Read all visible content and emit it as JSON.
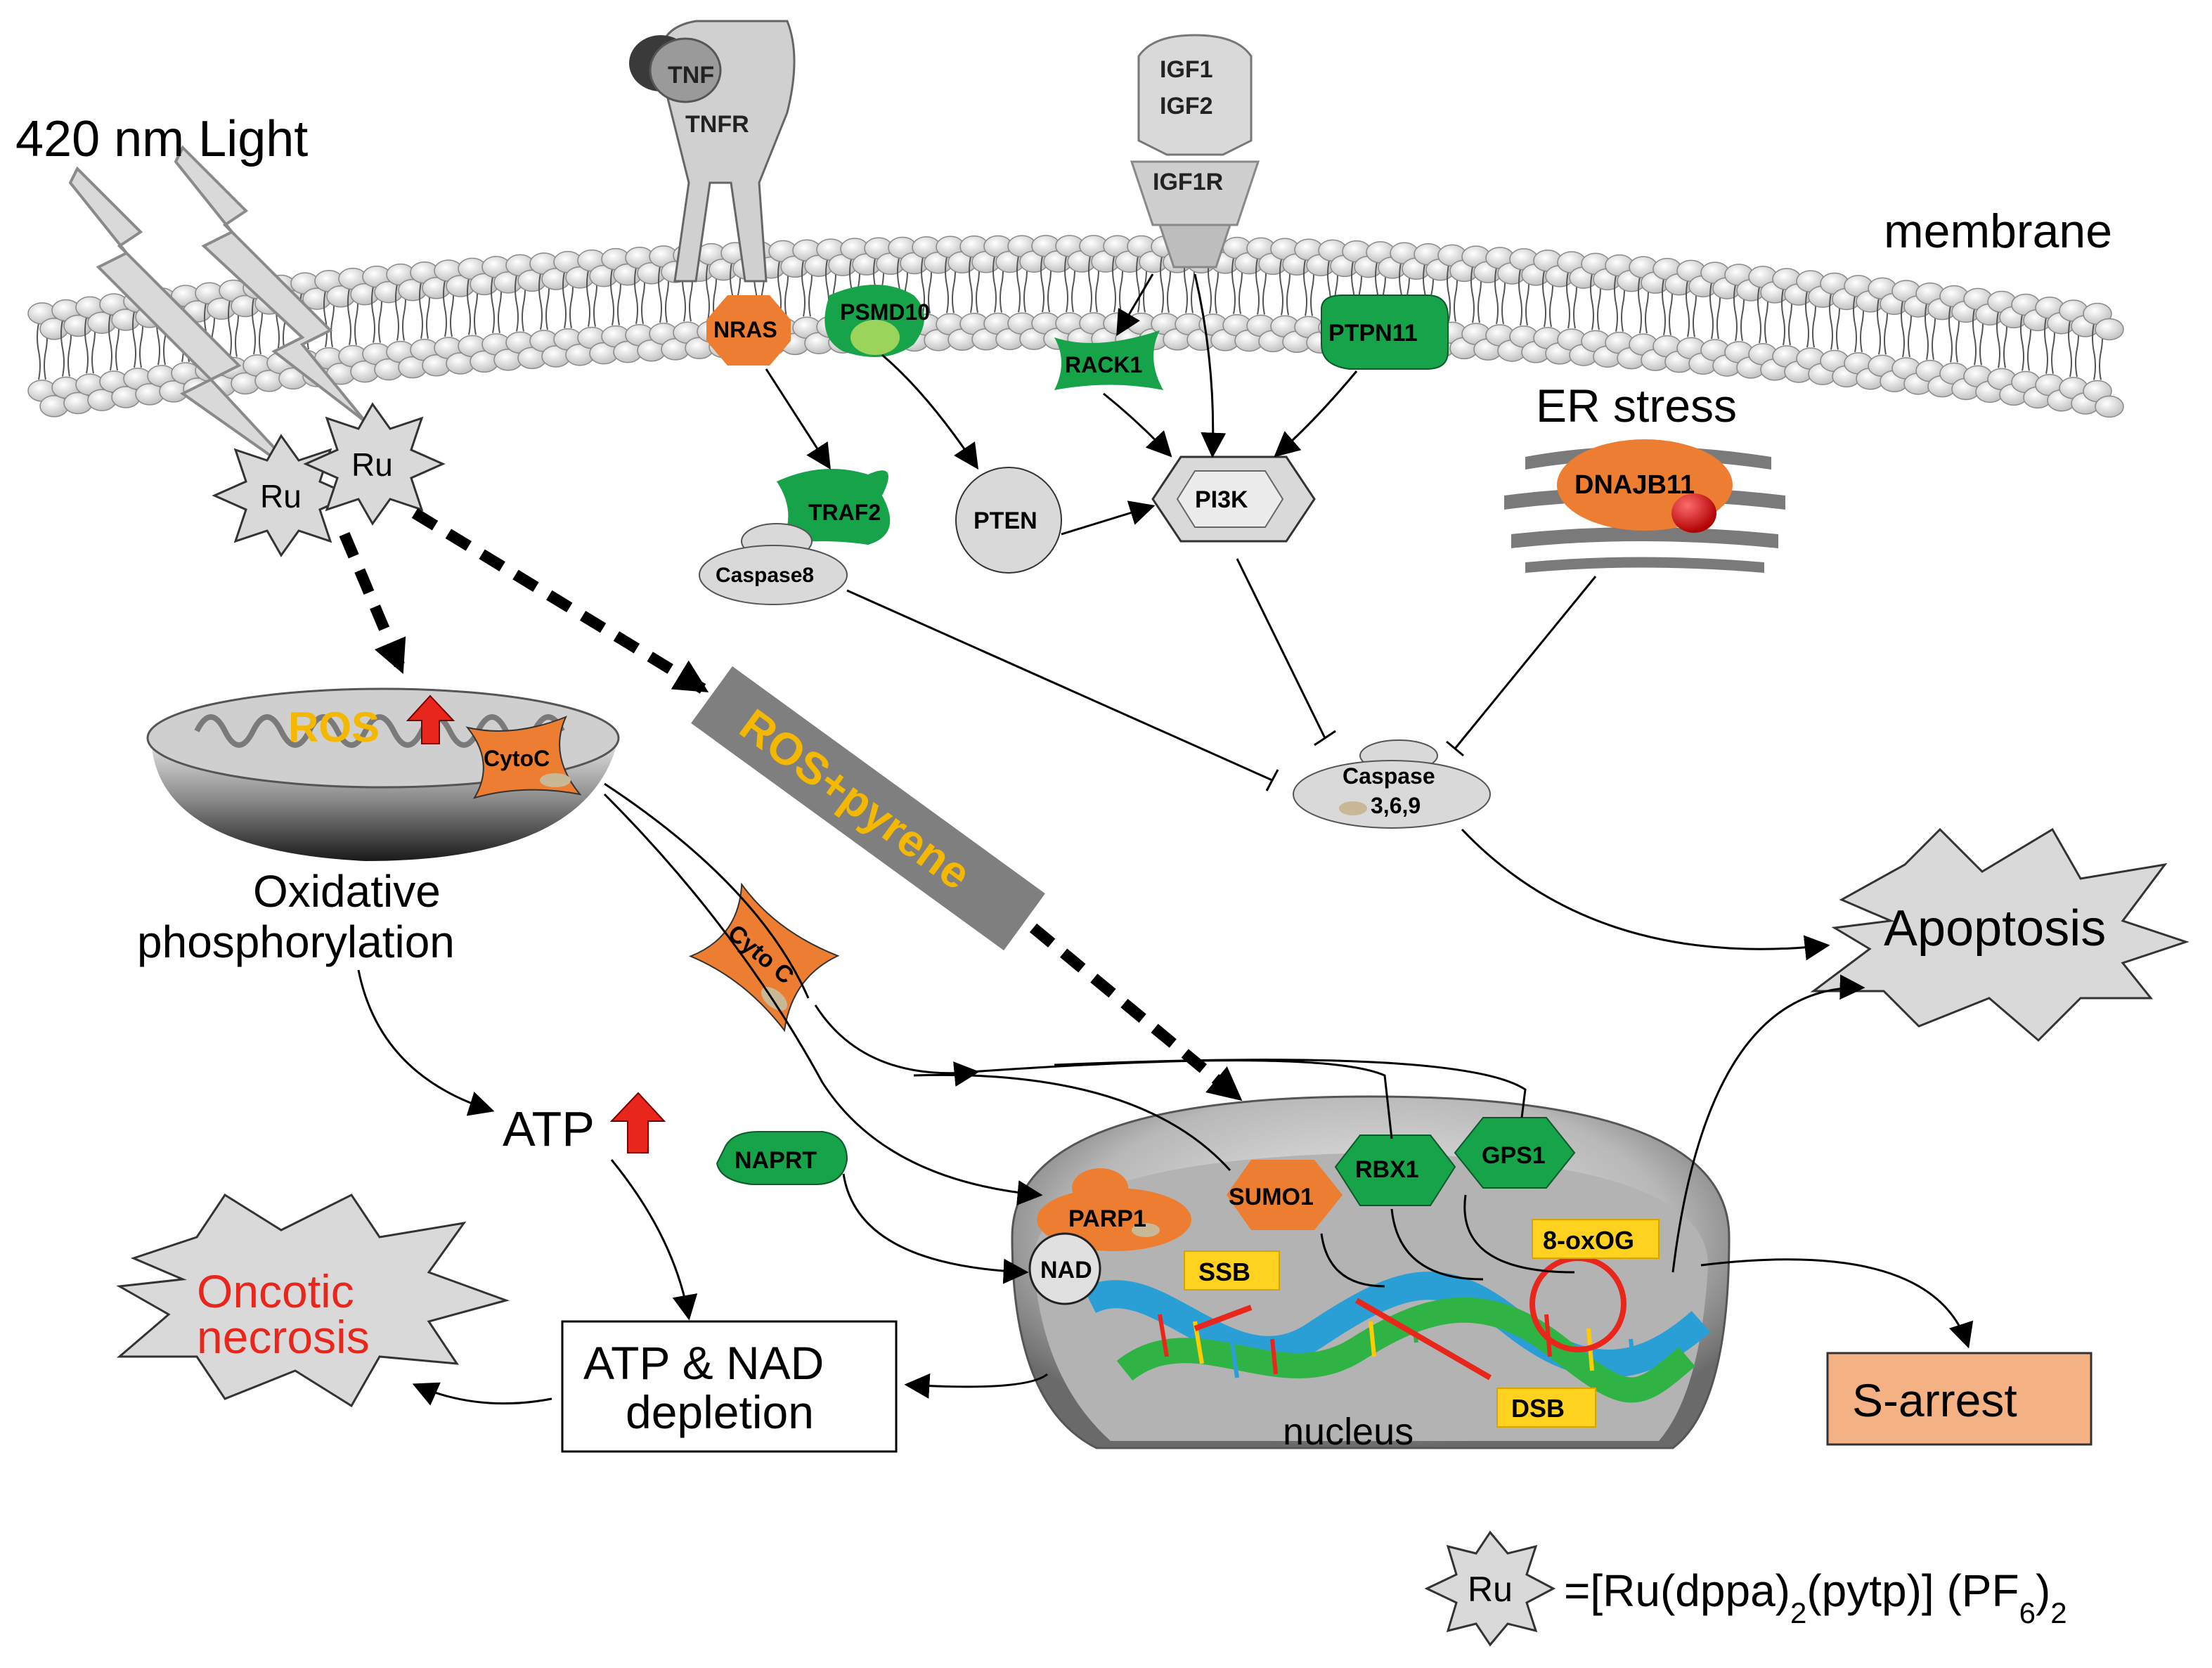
{
  "labels": {
    "light": "420 nm Light",
    "membrane": "membrane",
    "ru": "Ru",
    "tnf": "TNF",
    "tnfr": "TNFR",
    "igf1": "IGF1",
    "igf2": "IGF2",
    "igf1r": "IGF1R",
    "nras": "NRAS",
    "psmd10": "PSMD10",
    "rack1": "RACK1",
    "ptpn11": "PTPN11",
    "er_stress": "ER stress",
    "dnajb11": "DNAJB11",
    "traf2": "TRAF2",
    "caspase8": "Caspase8",
    "pten": "PTEN",
    "pi3k": "PI3K",
    "ros": "ROS",
    "cytoc": "CytoC",
    "ros_pyrene": "ROS+pyrene",
    "caspase369_l1": "Caspase",
    "caspase369_l2": "3,6,9",
    "oxphos_l1": "Oxidative",
    "oxphos_l2": "phosphorylation",
    "cyto_c": "Cyto C",
    "apoptosis": "Apoptosis",
    "atp": "ATP",
    "naprt": "NAPRT",
    "parp1": "PARP1",
    "sumo1": "SUMO1",
    "rbx1": "RBX1",
    "gps1": "GPS1",
    "nad": "NAD",
    "ssb": "SSB",
    "oxog": "8-oxOG",
    "dsb": "DSB",
    "nucleus": "nucleus",
    "oncotic_l1": "Oncotic",
    "oncotic_l2": "necrosis",
    "depletion_l1": "ATP & NAD",
    "depletion_l2": "depletion",
    "s_arrest": "S-arrest",
    "legend_ru": "Ru",
    "formula_a": "=[Ru(dppa)",
    "formula_sub1": "2",
    "formula_b": "(pytp)] (PF",
    "formula_sub2": "6",
    "formula_c": ")",
    "formula_sub3": "2"
  },
  "colors": {
    "orange": "#ED7D31",
    "green": "#16A34A",
    "grey": "#D9D9D9",
    "ros_yellow": "#F5B800",
    "red": "#E8261C",
    "salmon": "#F4B183",
    "label_yellow": "#FFD21F"
  }
}
